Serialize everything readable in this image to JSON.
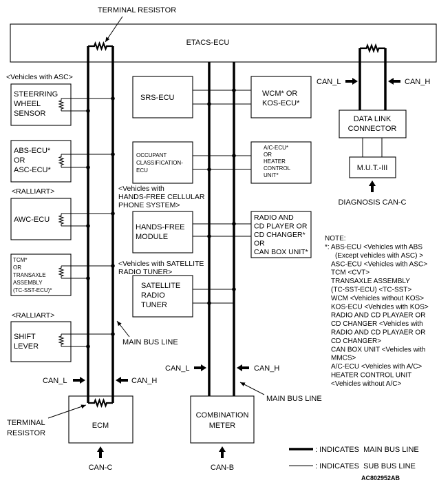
{
  "header": {
    "terminal_resistor": "TERMINAL RESISTOR",
    "etacs_ecu": "ETACS-ECU"
  },
  "left_modules": [
    {
      "condition": "<Vehicles with ASC>",
      "lines": [
        "STEERRING",
        "WHEEL",
        "SENSOR"
      ]
    },
    {
      "lines": [
        "ABS-ECU*",
        "OR",
        "ASC-ECU*"
      ]
    },
    {
      "condition": "<RALLIART>",
      "lines": [
        "AWC-ECU"
      ]
    },
    {
      "lines": [
        "TCM*",
        "OR",
        "TRANSAXLE",
        "ASSEMBLY",
        "(TC-SST-ECU)*"
      ]
    },
    {
      "condition": "<RALLIART>",
      "lines": [
        "SHIFT",
        "LEVER"
      ]
    }
  ],
  "center_modules": [
    {
      "lines": [
        "SRS-ECU"
      ]
    },
    {
      "lines": [
        "OCCUPANT",
        "CLASSIFICATION-",
        "ECU"
      ]
    },
    {
      "condition": [
        "<Vehicles with",
        "HANDS-FREE CELLULAR",
        "PHONE SYSTEM>"
      ],
      "lines": [
        "HANDS-FREE",
        "MODULE"
      ]
    },
    {
      "condition": [
        "<Vehicles with SATELLITE",
        "RADIO TUNER>"
      ],
      "lines": [
        "SATELLITE",
        "RADIO",
        "TUNER"
      ]
    }
  ],
  "right_modules": [
    {
      "lines": [
        "WCM* OR",
        "KOS-ECU*"
      ]
    },
    {
      "lines": [
        "A/C-ECU*",
        "OR",
        "HEATER",
        "CONTROL",
        "UNIT*"
      ]
    },
    {
      "lines": [
        "RADIO AND",
        "CD PLAYER OR",
        "CD CHANGER*",
        "OR",
        "CAN BOX UNIT*"
      ]
    }
  ],
  "diagnosis": {
    "can_l": "CAN_L",
    "can_h": "CAN_H",
    "data_link_connector": [
      "DATA LINK",
      "CONNECTOR"
    ],
    "mut": "M.U.T.-III",
    "label": "DIAGNOSIS CAN-C"
  },
  "ecm_side": {
    "main_bus_line": "MAIN BUS LINE",
    "can_l": "CAN_L",
    "can_h": "CAN_H",
    "terminal_resistor": [
      "TERMINAL",
      "RESISTOR"
    ],
    "ecm": "ECM",
    "can_c": "CAN-C"
  },
  "meter_side": {
    "can_l": "CAN_L",
    "can_h": "CAN_H",
    "main_bus_line": "MAIN BUS LINE",
    "combination_meter": [
      "COMBINATION",
      "METER"
    ],
    "can_b": "CAN-B"
  },
  "note": {
    "heading": "NOTE:",
    "lines": [
      "*: ABS-ECU <Vehicles with ABS",
      "(Except vehicles with ASC) >",
      "ASC-ECU <Vehicles with ASC>",
      "TCM <CVT>",
      "TRANSAXLE ASSEMBLY",
      "(TC-SST-ECU) <TC-SST>",
      "WCM <Vehicles without KOS>",
      "KOS-ECU <Vehicles with KOS>",
      "RADIO AND CD PLAYAER OR",
      "CD CHANGER <Vehicles with",
      "RADIO AND CD PLAYAER OR",
      "CD CHANGER>",
      "CAN BOX UNIT <Vehicles with",
      "MMCS>",
      "A/C-ECU <Vehicles with A/C>",
      "HEATER CONTROL UNIT",
      "<Vehicles without A/C>"
    ]
  },
  "legend": {
    "main_bus": ": INDICATES  MAIN BUS LINE",
    "sub_bus": ": INDICATES  SUB BUS LINE"
  },
  "figure_id": "AC802952AB"
}
